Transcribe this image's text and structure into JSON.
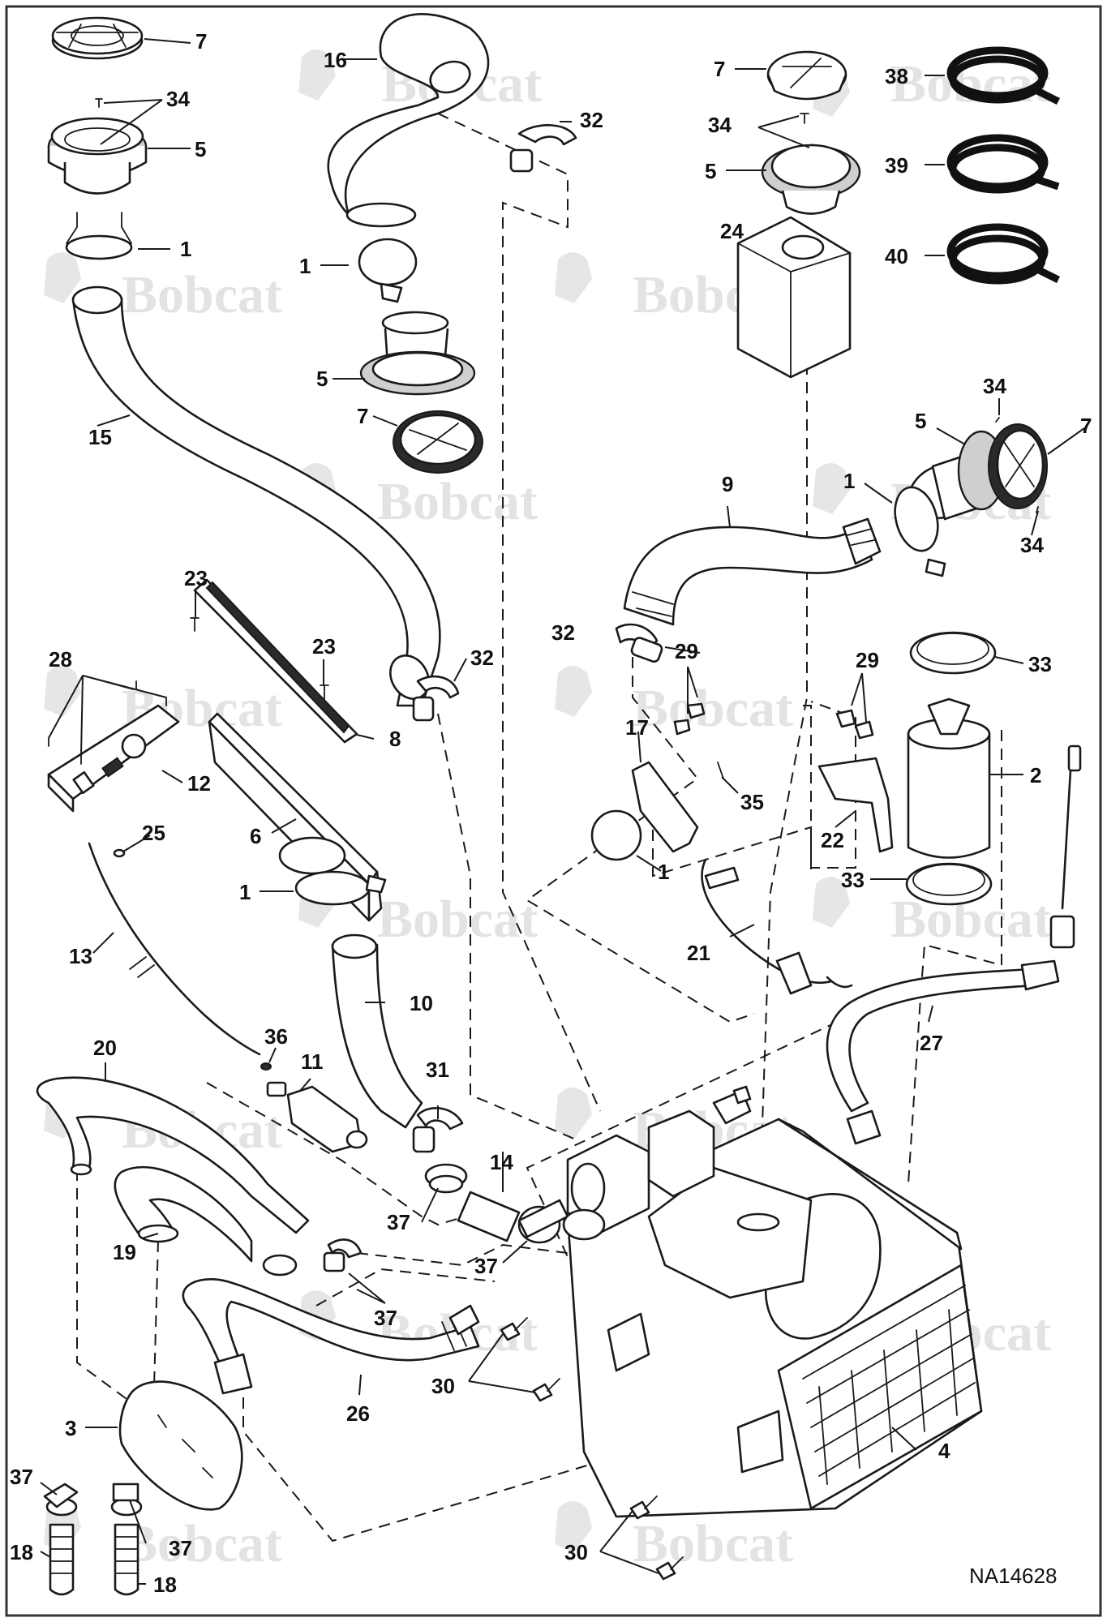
{
  "diagram": {
    "reference_code": "NA14628",
    "watermark_text": "Bobcat",
    "callouts": [
      {
        "id": "c7a",
        "text": "7"
      },
      {
        "id": "c34a",
        "text": "34"
      },
      {
        "id": "c5a",
        "text": "5"
      },
      {
        "id": "c1a",
        "text": "1"
      },
      {
        "id": "c15",
        "text": "15"
      },
      {
        "id": "c16",
        "text": "16"
      },
      {
        "id": "c32a",
        "text": "32"
      },
      {
        "id": "c1b",
        "text": "1"
      },
      {
        "id": "c5b",
        "text": "5"
      },
      {
        "id": "c7b",
        "text": "7"
      },
      {
        "id": "c7c",
        "text": "7"
      },
      {
        "id": "c34b",
        "text": "34"
      },
      {
        "id": "c5c",
        "text": "5"
      },
      {
        "id": "c24",
        "text": "24"
      },
      {
        "id": "c38",
        "text": "38"
      },
      {
        "id": "c39",
        "text": "39"
      },
      {
        "id": "c40",
        "text": "40"
      },
      {
        "id": "c34c",
        "text": "34"
      },
      {
        "id": "c5d",
        "text": "5"
      },
      {
        "id": "c7d",
        "text": "7"
      },
      {
        "id": "c1c",
        "text": "1"
      },
      {
        "id": "c34d",
        "text": "34"
      },
      {
        "id": "c9",
        "text": "9"
      },
      {
        "id": "c23a",
        "text": "23"
      },
      {
        "id": "c23b",
        "text": "23"
      },
      {
        "id": "c32b",
        "text": "32"
      },
      {
        "id": "c8",
        "text": "8"
      },
      {
        "id": "c28",
        "text": "28"
      },
      {
        "id": "c12",
        "text": "12"
      },
      {
        "id": "c25",
        "text": "25"
      },
      {
        "id": "c6",
        "text": "6"
      },
      {
        "id": "c1d",
        "text": "1"
      },
      {
        "id": "c13",
        "text": "13"
      },
      {
        "id": "c10",
        "text": "10"
      },
      {
        "id": "c32c",
        "text": "32"
      },
      {
        "id": "c29a",
        "text": "29"
      },
      {
        "id": "c17",
        "text": "17"
      },
      {
        "id": "c35",
        "text": "35"
      },
      {
        "id": "c1e",
        "text": "1"
      },
      {
        "id": "c21",
        "text": "21"
      },
      {
        "id": "c29b",
        "text": "29"
      },
      {
        "id": "c33a",
        "text": "33"
      },
      {
        "id": "c2",
        "text": "2"
      },
      {
        "id": "c22",
        "text": "22"
      },
      {
        "id": "c33b",
        "text": "33"
      },
      {
        "id": "c27",
        "text": "27"
      },
      {
        "id": "c20",
        "text": "20"
      },
      {
        "id": "c36",
        "text": "36"
      },
      {
        "id": "c11",
        "text": "11"
      },
      {
        "id": "c31",
        "text": "31"
      },
      {
        "id": "c14",
        "text": "14"
      },
      {
        "id": "c37a",
        "text": "37"
      },
      {
        "id": "c37b",
        "text": "37"
      },
      {
        "id": "c19",
        "text": "19"
      },
      {
        "id": "c37c",
        "text": "37"
      },
      {
        "id": "c26",
        "text": "26"
      },
      {
        "id": "c30a",
        "text": "30"
      },
      {
        "id": "c3",
        "text": "3"
      },
      {
        "id": "c4",
        "text": "4"
      },
      {
        "id": "c37d",
        "text": "37"
      },
      {
        "id": "c37e",
        "text": "37"
      },
      {
        "id": "c18a",
        "text": "18"
      },
      {
        "id": "c18b",
        "text": "18"
      },
      {
        "id": "c30b",
        "text": "30"
      }
    ]
  }
}
